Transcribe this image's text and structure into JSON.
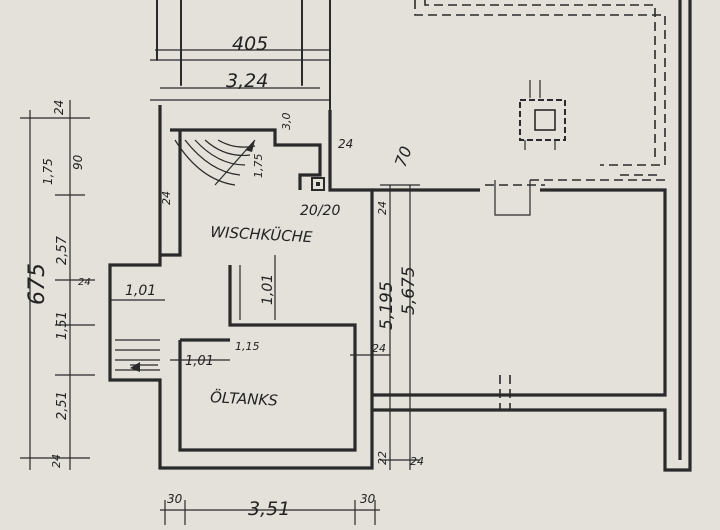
{
  "dimensions": {
    "top_outer": "405",
    "top_inner": "3,24",
    "left_total": "675",
    "left_seg_top": "24",
    "left_seg_a": "1,75",
    "left_seg_b": "90",
    "left_seg_c": "2,57",
    "left_seg_d": "1,51",
    "left_seg_e": "2,51",
    "left_seg_bottom": "24",
    "left_seg_small": "24",
    "stair_right": "3,0",
    "stair_inner": "1,75",
    "wall_24": "24",
    "chimney": "20/20",
    "small_70": "70",
    "right_24_a": "24",
    "right_24_b": "24",
    "right_24_c": "24",
    "right_inner": "5,195",
    "right_outer": "5,675",
    "mid_101_a": "1,01",
    "mid_101_b": "1,01",
    "mid_101_c": "1,01",
    "mid_115": "1,15",
    "bottom_left": "30",
    "bottom_mid": "3,51",
    "bottom_right": "30",
    "small_22": "22",
    "small_24_b": "24"
  },
  "rooms": {
    "laundry": "WISCHKÜCHE",
    "tanks": "ÖLTANKS"
  }
}
